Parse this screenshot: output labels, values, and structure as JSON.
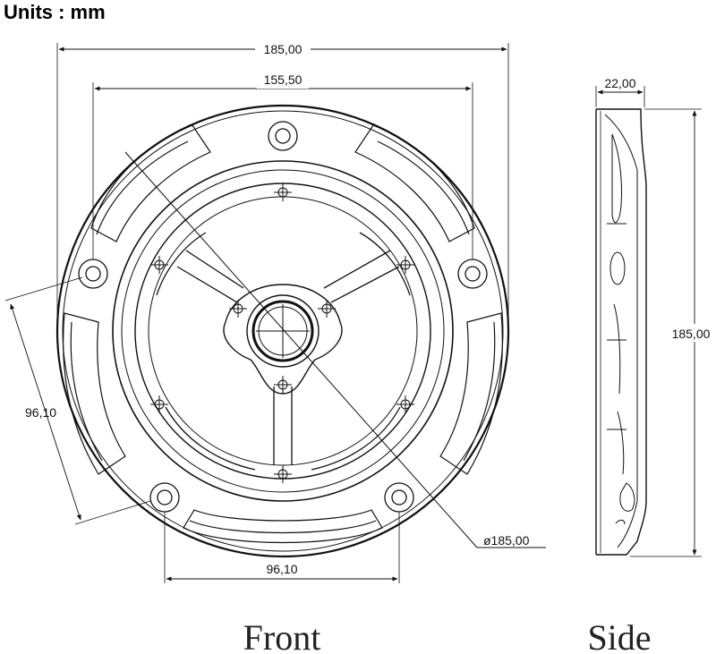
{
  "units_label": "Units : mm",
  "dimensions": {
    "overall_width": "185,00",
    "inner_width": "155,50",
    "side_thickness": "22,00",
    "side_height": "185,00",
    "hole_spacing_left": "96,10",
    "hole_spacing_bottom": "96,10",
    "diameter": "ø185,00"
  },
  "captions": {
    "front": "Front",
    "side": "Side"
  }
}
